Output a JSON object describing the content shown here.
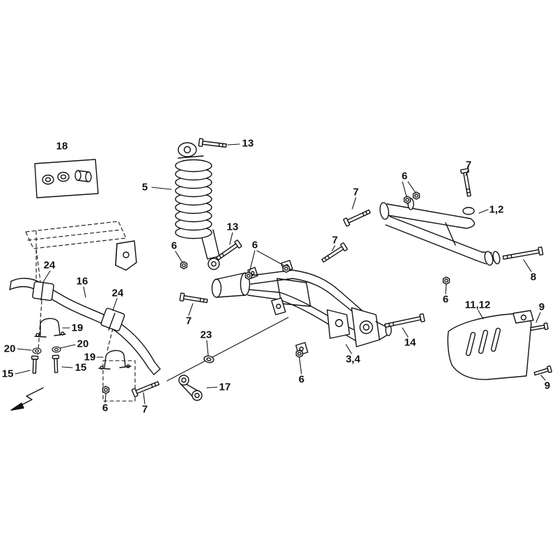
{
  "diagram": {
    "background": "#ffffff",
    "line_color": "#111111",
    "part_numbers_visible": [
      "1,2",
      "3,4",
      "5",
      "6",
      "7",
      "8",
      "9",
      "11,12",
      "13",
      "14",
      "15",
      "16",
      "17",
      "18",
      "19",
      "20",
      "23",
      "24"
    ]
  },
  "callouts": [
    {
      "part": "18",
      "text": "18"
    },
    {
      "part": "5",
      "text": "5"
    },
    {
      "part": "13",
      "text": "13"
    },
    {
      "part": "13",
      "text": "13"
    },
    {
      "part": "6",
      "text": "6"
    },
    {
      "part": "6",
      "text": "6"
    },
    {
      "part": "7",
      "text": "7"
    },
    {
      "part": "6",
      "text": "6"
    },
    {
      "part": "7",
      "text": "7"
    },
    {
      "part": "1,2",
      "text": "1,2"
    },
    {
      "part": "8",
      "text": "8"
    },
    {
      "part": "6",
      "text": "6"
    },
    {
      "part": "7",
      "text": "7"
    },
    {
      "part": "14",
      "text": "14"
    },
    {
      "part": "3,4",
      "text": "3,4"
    },
    {
      "part": "11,12",
      "text": "11,12"
    },
    {
      "part": "9",
      "text": "9"
    },
    {
      "part": "9",
      "text": "9"
    },
    {
      "part": "6",
      "text": "6"
    },
    {
      "part": "23",
      "text": "23"
    },
    {
      "part": "17",
      "text": "17"
    },
    {
      "part": "7",
      "text": "7"
    },
    {
      "part": "16",
      "text": "16"
    },
    {
      "part": "24",
      "text": "24"
    },
    {
      "part": "24",
      "text": "24"
    },
    {
      "part": "19",
      "text": "19"
    },
    {
      "part": "19",
      "text": "19"
    },
    {
      "part": "20",
      "text": "20"
    },
    {
      "part": "20",
      "text": "20"
    },
    {
      "part": "15",
      "text": "15"
    },
    {
      "part": "15",
      "text": "15"
    },
    {
      "part": "6",
      "text": "6"
    },
    {
      "part": "7",
      "text": "7"
    }
  ]
}
